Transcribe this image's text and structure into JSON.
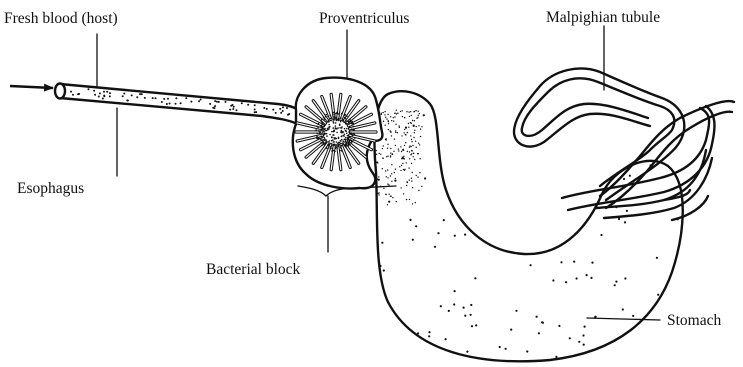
{
  "labels": {
    "fresh_blood": "Fresh blood (host)",
    "proventriculus": "Proventriculus",
    "malpighian": "Malpighian tubule",
    "esophagus": "Esophagus",
    "bacterial_block": "Bacterial block",
    "stomach": "Stomach"
  },
  "colors": {
    "ink": "#111111",
    "background": "#ffffff"
  }
}
